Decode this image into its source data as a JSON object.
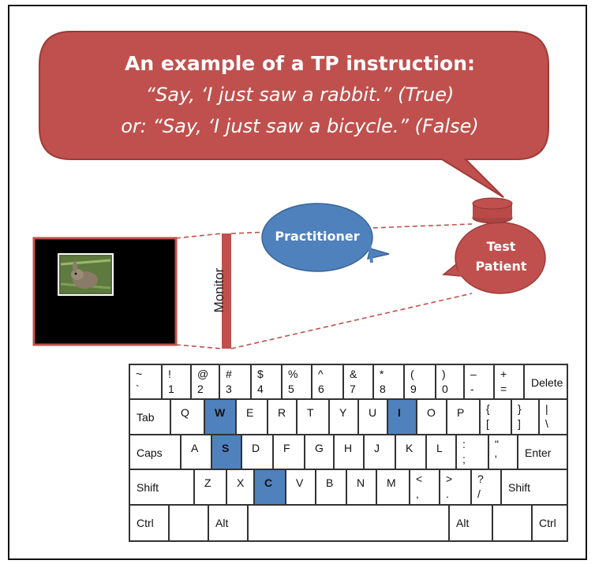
{
  "speech_bubble": {
    "title": "An example of a TP instruction:",
    "line1": "“Say, ‘I just saw a rabbit.” (True)",
    "line2": "or: “Say, ‘I just saw a bicycle.” (False)"
  },
  "practitioner": {
    "label": "Practitioner"
  },
  "test_patient": {
    "line1": "Test",
    "line2": "Patient"
  },
  "monitor": {
    "label": "Monitor"
  },
  "colors": {
    "bubble_red": "#c0504d",
    "practitioner_blue": "#4f81bd",
    "highlight_key": "#4f81bd"
  },
  "keyboard": {
    "rows": [
      [
        [
          "~",
          "`"
        ],
        [
          "!",
          "1"
        ],
        [
          "@",
          "2"
        ],
        [
          "#",
          "3"
        ],
        [
          "$",
          "4"
        ],
        [
          "%",
          "5"
        ],
        [
          "^",
          "6"
        ],
        [
          "&",
          "7"
        ],
        [
          "*",
          "8"
        ],
        [
          "(",
          "9"
        ],
        [
          ")",
          "0"
        ],
        [
          "–",
          "-"
        ],
        [
          "+",
          "="
        ],
        [
          "Delete"
        ]
      ],
      [
        [
          "Tab"
        ],
        [
          "Q"
        ],
        [
          "W"
        ],
        [
          "E"
        ],
        [
          "R"
        ],
        [
          "T"
        ],
        [
          "Y"
        ],
        [
          "U"
        ],
        [
          "I"
        ],
        [
          "O"
        ],
        [
          "P"
        ],
        [
          "{",
          "["
        ],
        [
          "}",
          "]"
        ],
        [
          "|",
          "\\"
        ]
      ],
      [
        [
          "Caps"
        ],
        [
          "A"
        ],
        [
          "S"
        ],
        [
          "D"
        ],
        [
          "F"
        ],
        [
          "G"
        ],
        [
          "H"
        ],
        [
          "J"
        ],
        [
          "K"
        ],
        [
          "L"
        ],
        [
          ":",
          ";"
        ],
        [
          "\"",
          "'"
        ],
        [
          "Enter"
        ]
      ],
      [
        [
          "Shift"
        ],
        [
          "Z"
        ],
        [
          "X"
        ],
        [
          "C"
        ],
        [
          "V"
        ],
        [
          "B"
        ],
        [
          "N"
        ],
        [
          "M"
        ],
        [
          "<",
          ","
        ],
        [
          ">",
          "."
        ],
        [
          "?",
          "/"
        ],
        [
          "Shift"
        ]
      ],
      [
        [
          "Ctrl"
        ],
        [
          ""
        ],
        [
          "Alt"
        ],
        [
          ""
        ],
        [
          "Alt"
        ],
        [
          ""
        ],
        [
          "Ctrl"
        ]
      ]
    ],
    "highlighted": [
      "W",
      "I",
      "S",
      "C"
    ]
  }
}
